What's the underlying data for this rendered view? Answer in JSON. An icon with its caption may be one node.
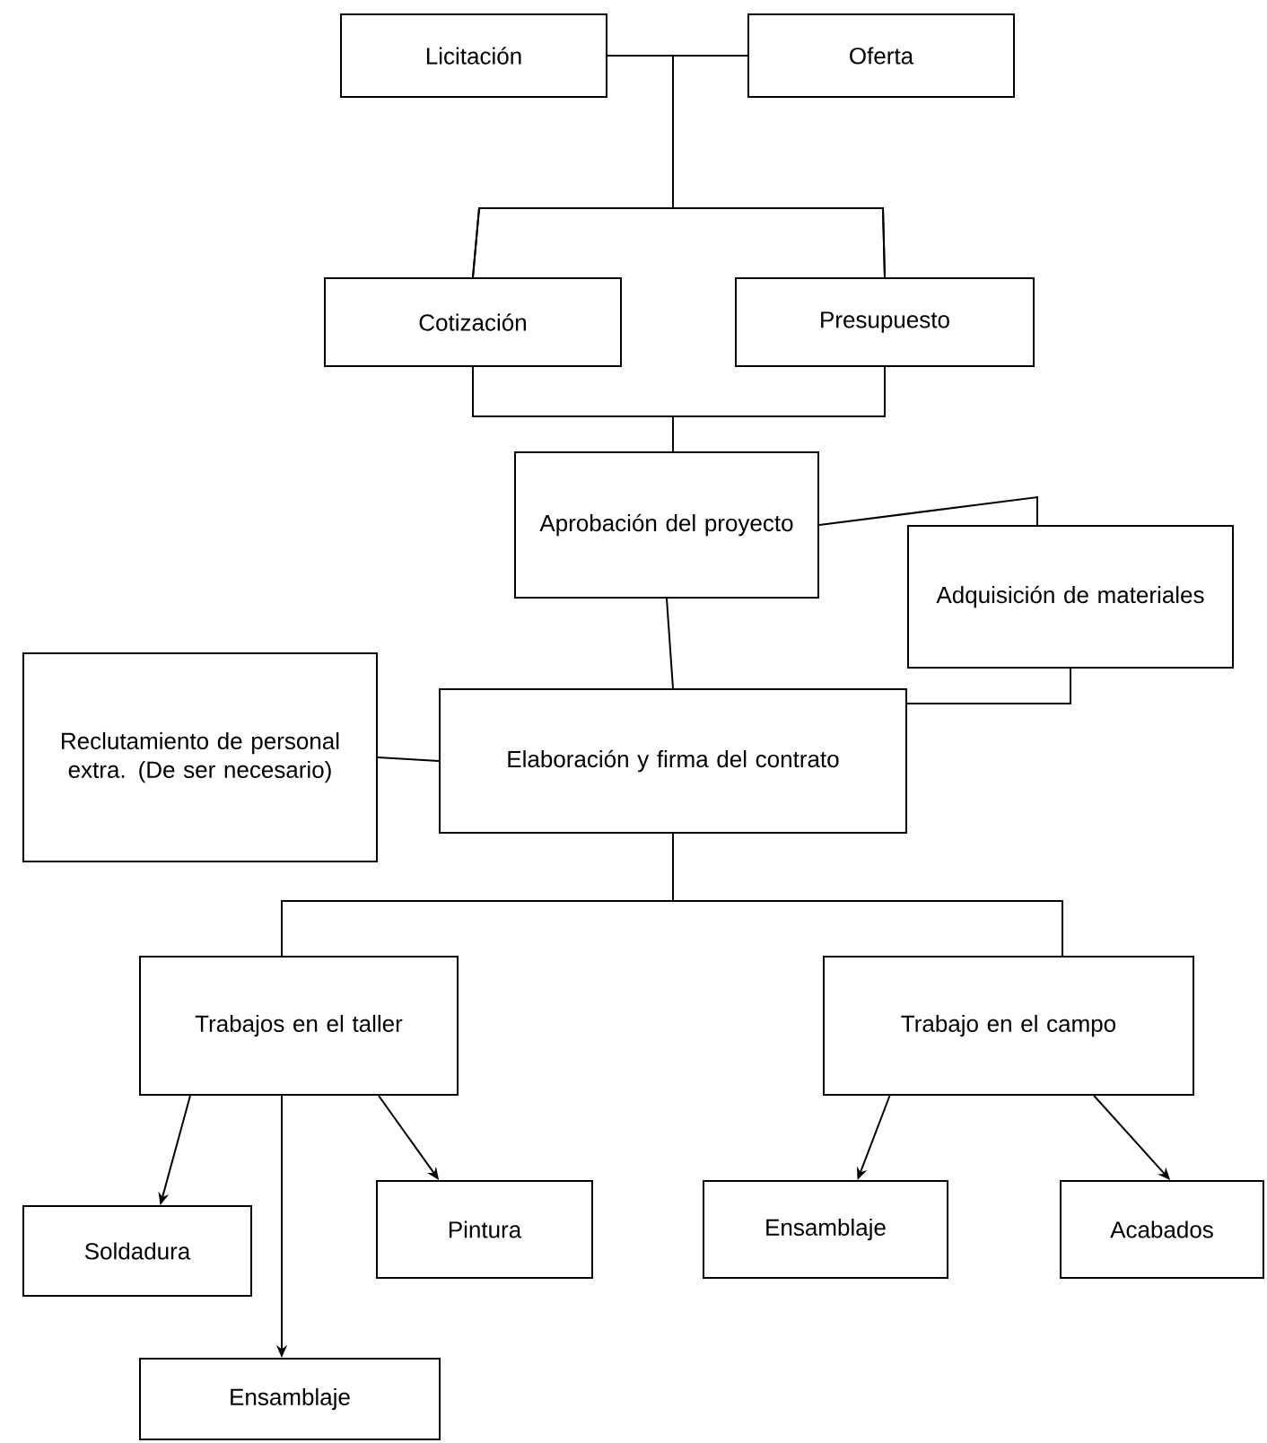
{
  "diagram": {
    "nodes": [
      {
        "text": [
          "Licitación"
        ]
      },
      {
        "text": [
          "Oferta"
        ]
      },
      {
        "text": [
          "Cotización"
        ]
      },
      {
        "text": [
          "Presupuesto"
        ]
      },
      {
        "text": [
          "Aprobación del proyecto"
        ]
      },
      {
        "text": [
          "Adquisición de materiales"
        ]
      },
      {
        "text": [
          "Reclutamiento de personal extra. (De ser necesario)"
        ]
      },
      {
        "text": [
          "Elaboración y firma del contrato"
        ]
      },
      {
        "text": [
          "Trabajos en  el taller"
        ]
      },
      {
        "text": [
          "Trabajo en el campo"
        ]
      },
      {
        "text": [
          "Soldadura"
        ]
      },
      {
        "text": [
          "Pintura"
        ]
      },
      {
        "text": [
          "Ensamblaje"
        ]
      },
      {
        "text": [
          "Ensamblaje"
        ]
      },
      {
        "text": [
          "Acabados"
        ]
      }
    ],
    "edges": [
      {
        "from": 0,
        "to": 2,
        "arrow": "none"
      },
      {
        "from": 0,
        "to": 3,
        "arrow": "none"
      },
      {
        "from": 1,
        "to": 2,
        "arrow": "none"
      },
      {
        "from": 1,
        "to": 3,
        "arrow": "none"
      },
      {
        "from": 2,
        "to": 4,
        "arrow": "none"
      },
      {
        "from": 3,
        "to": 4,
        "arrow": "none"
      },
      {
        "from": 4,
        "to": 5,
        "arrow": "none"
      },
      {
        "from": 4,
        "to": 7,
        "arrow": "none"
      },
      {
        "from": 5,
        "to": 7,
        "arrow": "none"
      },
      {
        "from": 6,
        "to": 7,
        "arrow": "none"
      },
      {
        "from": 7,
        "to": 8,
        "arrow": "none"
      },
      {
        "from": 7,
        "to": 9,
        "arrow": "none"
      },
      {
        "from": 8,
        "to": 10,
        "arrow": "to"
      },
      {
        "from": 8,
        "to": 12,
        "arrow": "to"
      },
      {
        "from": 8,
        "to": 11,
        "arrow": "to"
      },
      {
        "from": 9,
        "to": 13,
        "arrow": "to"
      },
      {
        "from": 9,
        "to": 14,
        "arrow": "to"
      }
    ]
  }
}
